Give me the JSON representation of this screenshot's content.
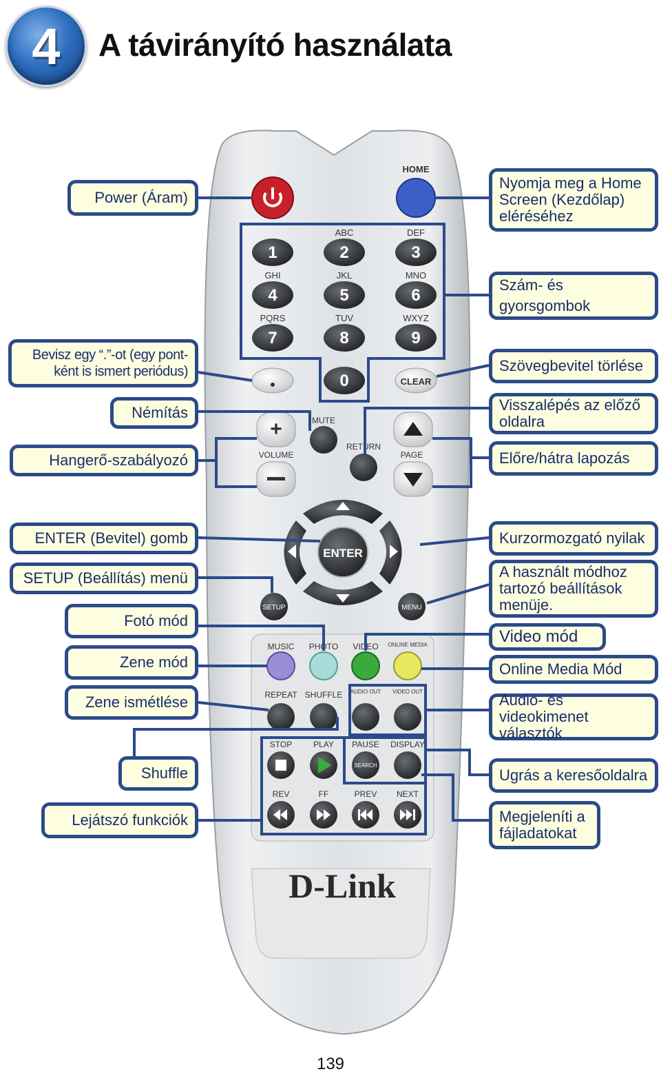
{
  "header": {
    "step_number": "4",
    "title": "A távirányító használata"
  },
  "callouts_left": [
    {
      "id": "power",
      "text": "Power (Áram)"
    },
    {
      "id": "period",
      "text": "Bevisz egy “.”-ot (egy pont-ként is ismert periódus)"
    },
    {
      "id": "mute",
      "text": "Némítás"
    },
    {
      "id": "volume",
      "text": "Hangerő-szabályozó"
    },
    {
      "id": "enter",
      "text": "ENTER (Bevitel) gomb"
    },
    {
      "id": "setup",
      "text": "SETUP (Beállítás) menü"
    },
    {
      "id": "photo",
      "text": "Fotó mód"
    },
    {
      "id": "music",
      "text": "Zene mód"
    },
    {
      "id": "repeat",
      "text": "Zene ismétlése"
    },
    {
      "id": "shuffle",
      "text": "Shuffle"
    },
    {
      "id": "playback",
      "text": "Lejátszó funkciók"
    }
  ],
  "callouts_right": [
    {
      "id": "home",
      "text": "Nyomja meg a Home Screen (Kezdőlap) eléréséhez"
    },
    {
      "id": "numbers",
      "text": "Szám- és gyorsgombok"
    },
    {
      "id": "clear",
      "text": "Szövegbevitel törlése"
    },
    {
      "id": "return",
      "text": "Visszalépés az előző oldalra"
    },
    {
      "id": "page",
      "text": "Előre/hátra lapozás"
    },
    {
      "id": "cursor",
      "text": "Kurzormozgató nyilak"
    },
    {
      "id": "menu",
      "text": "A használt módhoz tartozó beállítások menüje."
    },
    {
      "id": "video",
      "text": "Video mód"
    },
    {
      "id": "online",
      "text": "Online Media Mód"
    },
    {
      "id": "av",
      "text": "Audio- és videokimenet választók"
    },
    {
      "id": "search",
      "text": "Ugrás a keresőoldalra"
    },
    {
      "id": "display",
      "text": "Megjeleníti a fájladatokat"
    }
  ],
  "remote": {
    "brand": "D-Link",
    "labels": {
      "home": "HOME",
      "abc": "ABC",
      "def": "DEF",
      "ghi": "GHI",
      "jkl": "JKL",
      "mno": "MNO",
      "pqrs": "PQRS",
      "tuv": "TUV",
      "wxyz": "WXYZ",
      "mute": "MUTE",
      "volume": "VOLUME",
      "return": "RETURN",
      "page": "PAGE",
      "enter": "ENTER",
      "setup": "SETUP",
      "menu": "MENU",
      "music": "MUSIC",
      "photo": "PHOTO",
      "video": "VIDEO",
      "online_media": "ONLINE MEDIA",
      "repeat": "REPEAT",
      "shuffle": "SHUFFLE",
      "audio_out": "AUDIO OUT",
      "video_out": "VIDEO OUT",
      "stop": "STOP",
      "play": "PLAY",
      "pause": "PAUSE",
      "display": "DISPLAY",
      "rev": "REV",
      "ff": "FF",
      "prev": "PREV",
      "next": "NEXT",
      "search": "SEARCH",
      "clear": "CLEAR"
    },
    "digits": [
      "1",
      "2",
      "3",
      "4",
      "5",
      "6",
      "7",
      "8",
      "9",
      "0"
    ],
    "colors": {
      "power": "#c8202a",
      "home": "#3a5fc8",
      "music": "#9a8ed8",
      "photo": "#a8dcd8",
      "video": "#3aaa3a",
      "online": "#e8e860",
      "accent": "#2b4a8a",
      "callout_bg": "#fdfde0"
    }
  },
  "footer": {
    "page_number": "139"
  }
}
